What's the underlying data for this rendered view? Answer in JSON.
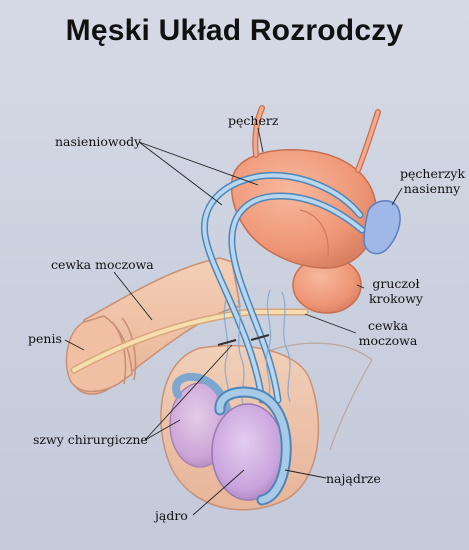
{
  "title": "Męski Układ Rozrodczy",
  "labels": {
    "pecherz": "pęcherz",
    "nasieniowody": "nasieniowody",
    "pecherzyk_line1": "pęcherzyk",
    "pecherzyk_line2": "nasienny",
    "cewka_moczowa_left": "cewka moczowa",
    "gruczol_line1": "gruczoł",
    "gruczol_line2": "krokowy",
    "cewka_right_line1": "cewka",
    "cewka_right_line2": "moczowa",
    "penis": "penis",
    "szwy": "szwy chirurgiczne",
    "najadrze": "najądrze",
    "jadro": "jądro"
  },
  "colors": {
    "organ": "#f2a080",
    "organ_shadow": "#d97f62",
    "skin": "#f0c5aa",
    "testis": "#c9a3dc",
    "duct": "#a7cbe6",
    "duct_edge": "#4f86b8",
    "urethra": "#f4d7a4"
  }
}
